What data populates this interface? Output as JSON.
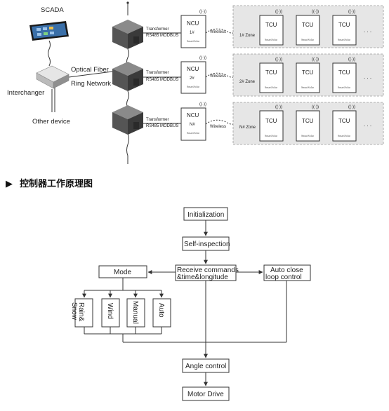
{
  "network": {
    "scada_label": "SCADA",
    "interchanger_label": "Interchanger",
    "other_device_label": "Other device",
    "fiber_line1": "Optical Fiber",
    "fiber_line2": "Ring Network",
    "rows": [
      {
        "transformer": "Transformer",
        "protocol": "RS485 MODBUS",
        "ncu": "NCU",
        "ncu_no": "1#",
        "wireless": "Wireless",
        "zone": "1# Zone",
        "tcu": [
          "TCU",
          "TCU",
          "TCU"
        ],
        "ellipsis": ". . ."
      },
      {
        "transformer": "Transformer",
        "protocol": "RS485 MODBUS",
        "ncu": "NCU",
        "ncu_no": "2#",
        "wireless": "Wireless",
        "zone": "2# Zone",
        "tcu": [
          "TCU",
          "TCU",
          "TCU"
        ],
        "ellipsis": ". . ."
      },
      {
        "transformer": "Transformer",
        "protocol": "RS485 MODBUS",
        "ncu": "NCU",
        "ncu_no": "N#",
        "wireless": "Wireless",
        "zone": "N# Zone",
        "tcu": [
          "TCU",
          "TCU",
          "TCU"
        ],
        "ellipsis": ". . ."
      }
    ]
  },
  "section": {
    "marker": "▶",
    "title": "控制器工作原理图"
  },
  "flowchart": {
    "initialization": "Initialization",
    "self_inspection": "Self-inspection",
    "receive_line1": "Receive commands",
    "receive_line2": "&time&longitude",
    "mode": "Mode",
    "auto_close_line1": "Auto close",
    "auto_close_line2": "loop control",
    "modes": [
      "Rain&\nSnow",
      "Wind",
      "Manual",
      "Auto"
    ],
    "angle_control": "Angle control",
    "motor_drive": "Motor Drive"
  },
  "colors": {
    "cube_front": "#555555",
    "cube_top": "#8a8a8a",
    "cube_side": "#3a3a3a",
    "zone_bg": "#e6e6e6",
    "line": "#333333"
  }
}
